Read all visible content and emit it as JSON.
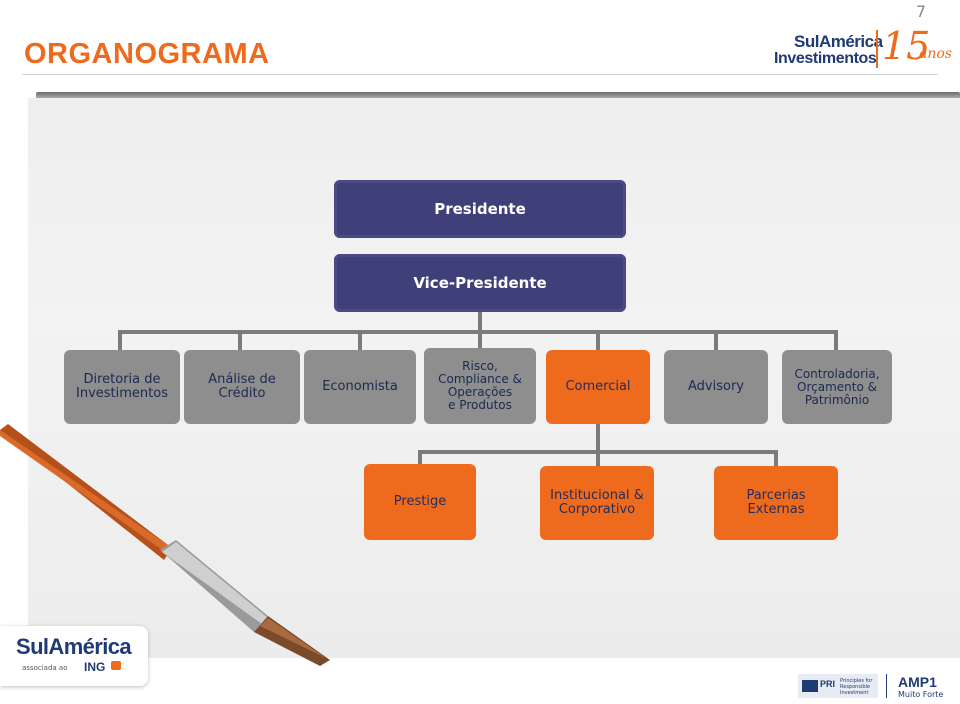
{
  "header": {
    "title": "ORGANOGRAMA",
    "page_number": "7",
    "logo": {
      "line1": "SulAmérica",
      "line2": "Investimentos",
      "years": "15",
      "years_suffix": "anos"
    }
  },
  "org_chart": {
    "top": [
      {
        "id": "presidente",
        "label": "Presidente"
      },
      {
        "id": "vice",
        "label": "Vice-Presidente"
      }
    ],
    "departments": [
      {
        "label": "Diretoria de\nInvestimentos",
        "color": "gray"
      },
      {
        "label": "Análise de\nCrédito",
        "color": "gray"
      },
      {
        "label": "Economista",
        "color": "gray"
      },
      {
        "label": "Risco,\nCompliance &\nOperações\ne Produtos",
        "color": "gray"
      },
      {
        "label": "Comercial",
        "color": "orange"
      },
      {
        "label": "Advisory",
        "color": "gray"
      },
      {
        "label": "Controladoria,\nOrçamento &\nPatrimônio",
        "color": "gray"
      }
    ],
    "sub_departments": [
      {
        "label": "Prestige"
      },
      {
        "label": "Institucional &\nCorporativo"
      },
      {
        "label": "Parcerias\nExternas"
      }
    ]
  },
  "footer": {
    "logo_name": "SulAmérica",
    "logo_sub": "associada ao",
    "logo_partner": "ING",
    "pri_label": "PRI",
    "pri_text": "Principles for Responsible Investment",
    "amp_label": "AMP1",
    "amp_sub": "Muito Forte"
  },
  "colors": {
    "navy": "#3f407a",
    "gray": "#8e8e8e",
    "orange": "#ee6b1e",
    "title": "#ee6b1e"
  }
}
